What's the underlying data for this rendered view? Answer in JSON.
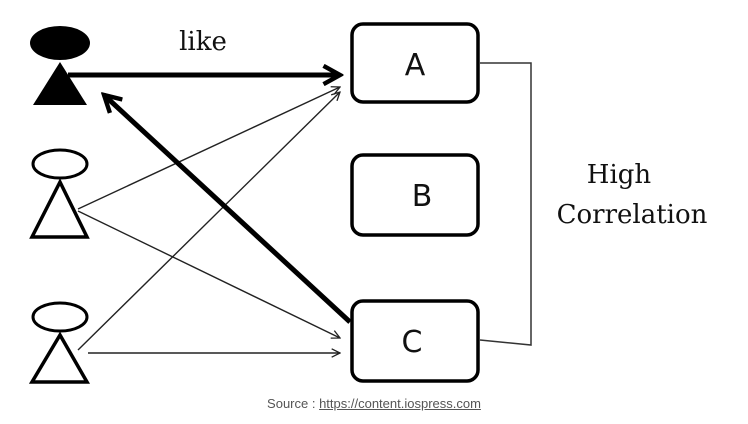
{
  "diagram": {
    "edge_label_like": "like",
    "items": [
      {
        "id": "A",
        "label": "A"
      },
      {
        "id": "B",
        "label": "B"
      },
      {
        "id": "C",
        "label": "C"
      }
    ],
    "correlation_label": {
      "line1": "High",
      "line2": "Correlation"
    },
    "users": [
      {
        "id": "user-1",
        "style": "filled"
      },
      {
        "id": "user-2",
        "style": "outline"
      },
      {
        "id": "user-3",
        "style": "outline"
      }
    ],
    "edges": [
      {
        "from": "user-1",
        "to": "A",
        "style": "thick",
        "label": "like"
      },
      {
        "from": "user-2",
        "to": "A",
        "style": "thin"
      },
      {
        "from": "user-2",
        "to": "C",
        "style": "thin"
      },
      {
        "from": "user-3",
        "to": "A",
        "style": "thin"
      },
      {
        "from": "user-3",
        "to": "C",
        "style": "thin"
      },
      {
        "from": "C",
        "to": "user-1",
        "style": "thick"
      }
    ]
  },
  "source": {
    "prefix": "Source : ",
    "link_text": "https://content.iospress.com"
  }
}
